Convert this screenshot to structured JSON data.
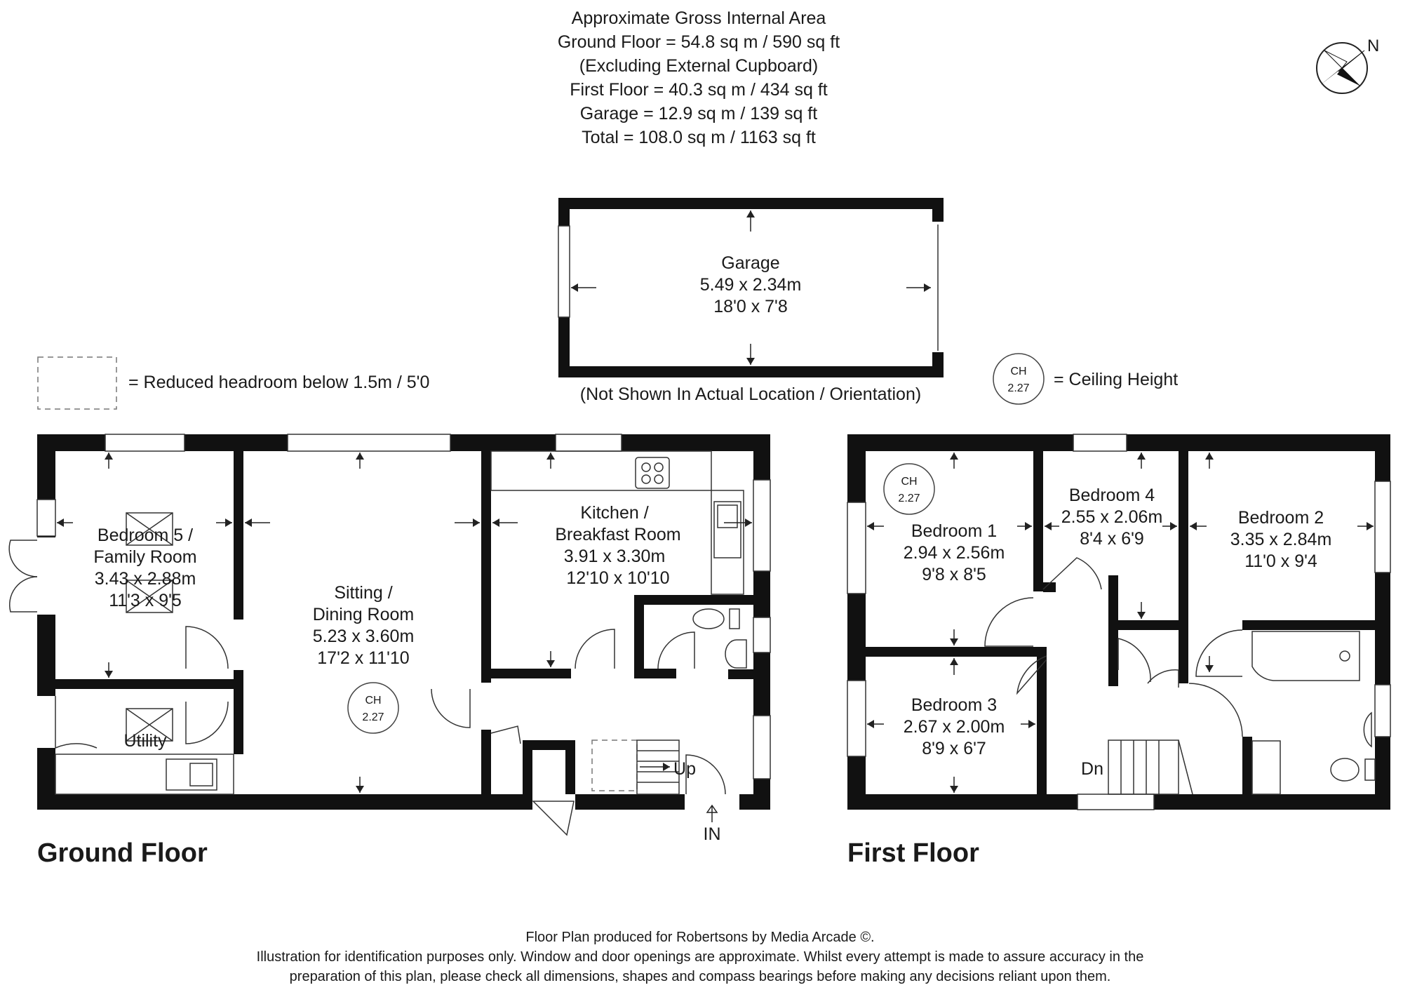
{
  "header": {
    "lines": [
      "Approximate Gross Internal Area",
      "Ground Floor = 54.8 sq m / 590 sq ft",
      "(Excluding External Cupboard)",
      "First Floor = 40.3 sq m / 434 sq ft",
      "Garage = 12.9 sq m / 139 sq ft",
      "Total = 108.0 sq m / 1163 sq ft"
    ]
  },
  "compass": {
    "label": "N"
  },
  "legend": {
    "reduced_headroom": "= Reduced headroom below 1.5m / 5'0",
    "ch_label": "CH",
    "ch_value": "2.27",
    "ceiling_height": "= Ceiling Height"
  },
  "garage": {
    "name": "Garage",
    "metric": "5.49 x 2.34m",
    "imperial": "18'0 x 7'8",
    "note": "(Not Shown In Actual Location / Orientation)"
  },
  "ground_floor": {
    "title": "Ground Floor",
    "rooms": [
      {
        "lines": [
          "Bedroom 5 /",
          "Family Room",
          "3.43 x 2.88m",
          "11'3 x 9'5"
        ]
      },
      {
        "lines": [
          "Sitting /",
          "Dining Room",
          "5.23 x 3.60m",
          "17'2 x 11'10"
        ]
      },
      {
        "lines": [
          "Kitchen /",
          "Breakfast Room",
          "3.91 x 3.30m",
          "12'10 x 10'10"
        ]
      },
      {
        "lines": [
          "Utility"
        ]
      }
    ],
    "up_label": "Up",
    "in_label": "IN",
    "ch": {
      "label": "CH",
      "value": "2.27"
    }
  },
  "first_floor": {
    "title": "First Floor",
    "rooms": [
      {
        "lines": [
          "Bedroom 1",
          "2.94 x 2.56m",
          "9'8 x 8'5"
        ]
      },
      {
        "lines": [
          "Bedroom 4",
          "2.55 x 2.06m",
          "8'4 x 6'9"
        ]
      },
      {
        "lines": [
          "Bedroom 2",
          "3.35 x 2.84m",
          "11'0 x 9'4"
        ]
      },
      {
        "lines": [
          "Bedroom 3",
          "2.67 x 2.00m",
          "8'9 x 6'7"
        ]
      }
    ],
    "dn_label": "Dn",
    "ch": {
      "label": "CH",
      "value": "2.27"
    }
  },
  "footer": {
    "lines": [
      "Floor Plan produced for Robertsons by Media Arcade ©.",
      "Illustration for identification purposes only. Window and door openings are approximate. Whilst every attempt is made to assure accuracy in the",
      "preparation of this plan, please check all dimensions, shapes and compass bearings before making any decisions reliant upon them."
    ]
  }
}
